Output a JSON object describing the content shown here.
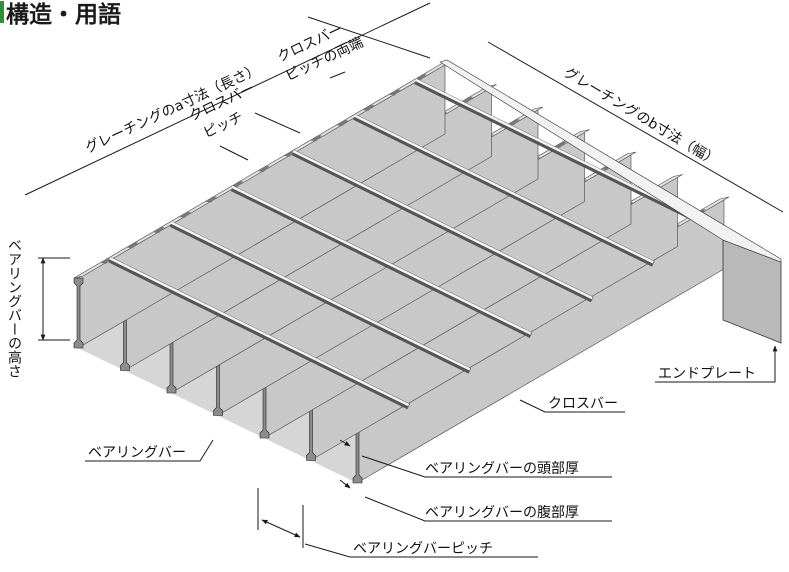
{
  "title": "構造・用語",
  "colors": {
    "accent": "#2f8f3a",
    "metal_top": "#e3e3e3",
    "metal_side": "#c8c8c8",
    "metal_dark": "#8c8c8c",
    "line": "#1a1a1a"
  },
  "labels": {
    "length_a": "グレーチングのa寸法（長さ）",
    "width_b": "グレーチングのb寸法（幅）",
    "crossbar_pitch_1": "クロスバー",
    "crossbar_pitch_2": "ピッチ",
    "crossbar_ends_1": "クロスバー",
    "crossbar_ends_2": "ピッチの両端",
    "bearing_height": "ベアリングバーの高さ",
    "end_plate": "エンドプレート",
    "cross_bar": "クロスバー",
    "bearing_bar": "ベアリングバー",
    "bearing_head_thickness": "ベアリングバーの頭部厚",
    "bearing_web_thickness": "ベアリングバーの腹部厚",
    "bearing_pitch": "ベアリングバーピッチ"
  }
}
